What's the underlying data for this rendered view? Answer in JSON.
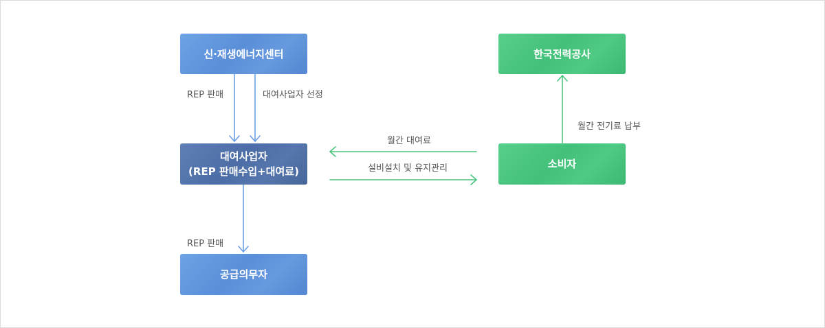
{
  "nodes": {
    "renewable_center": "신·재생에너지센터",
    "kepco": "한국전력공사",
    "leasing_company_line1": "대여사업자",
    "leasing_company_line2": "(REP 판매수입+대여료)",
    "consumer": "소비자",
    "supply_obligor": "공급의무자"
  },
  "edges": {
    "rep_sale_top": "REP 판매",
    "leasing_selection": "대여사업자 선정",
    "monthly_fee": "월간 대여료",
    "install_maintenance": "설비설치 및 유지관리",
    "monthly_power_payment": "월간 전기료 납부",
    "rep_sale_bottom": "REP 판매"
  },
  "colors": {
    "blue_box": "#5f94dc",
    "navy_box": "#4f6fa8",
    "green_box": "#47c47e",
    "blue_arrow": "#6b9ee4",
    "green_arrow": "#4cc47f"
  }
}
